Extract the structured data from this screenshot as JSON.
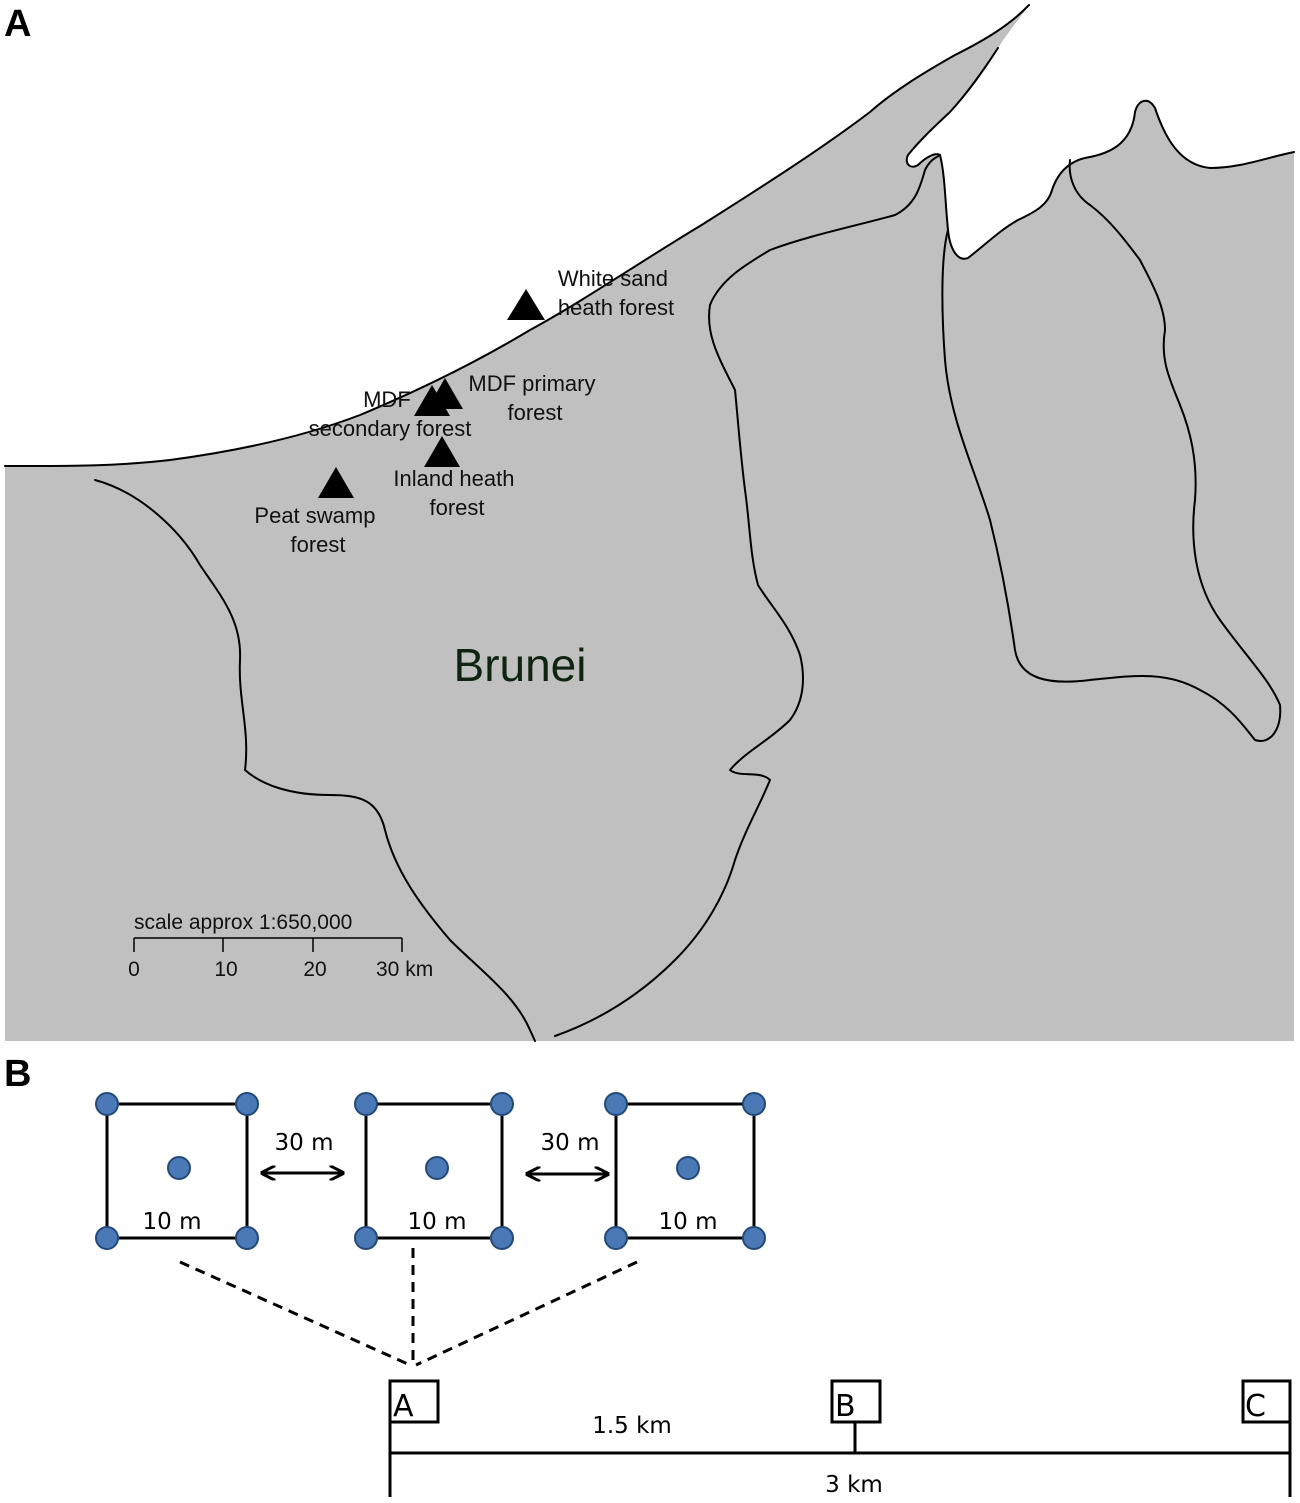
{
  "panel_a": {
    "letter": "A",
    "country": "Brunei",
    "sites": [
      {
        "line1": "White sand",
        "line2": "heath forest"
      },
      {
        "line1": "MDF primary",
        "line2": "forest"
      },
      {
        "line1": "MDF",
        "line2": "secondary forest"
      },
      {
        "line1": "Inland heath",
        "line2": "forest"
      },
      {
        "line1": "Peat swamp",
        "line2": "forest"
      }
    ],
    "scale": {
      "title": "scale approx 1:650,000",
      "ticks": [
        "0",
        "10",
        "20",
        "30 km"
      ]
    },
    "colors": {
      "land": "#c0c0c0",
      "sea": "#ffffff",
      "marker": "#000000"
    }
  },
  "panel_b": {
    "letter": "B",
    "plot_size_label": "10 m",
    "spacing_label": "30 m",
    "transect": {
      "points": [
        "A",
        "B",
        "C"
      ],
      "half_length": "1.5 km",
      "total_length": "3 km"
    },
    "colors": {
      "sample_dot": "#4a79b5"
    }
  }
}
